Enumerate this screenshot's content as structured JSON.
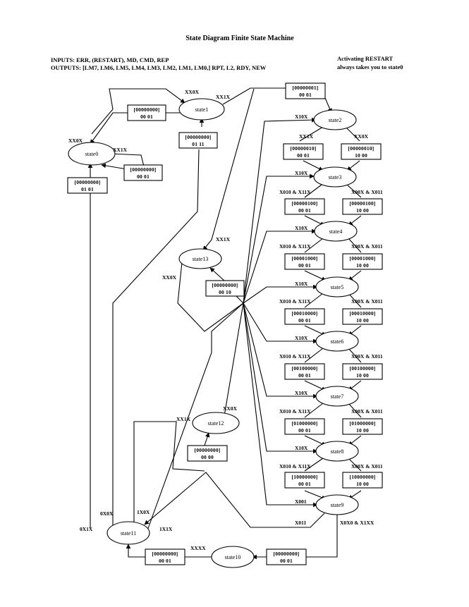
{
  "title": "State Diagram Finite State Machine",
  "inputs_line": "INPUTS: ERR, (RESTART), MD, CMD, REP",
  "outputs_line": "OUTPUTS: [LM7, LM6, LM5, LM4, LM3, LM2, LM1, LM0,] RPT, L2, RDY, NEW",
  "note_line1": "Activating RESTART",
  "note_line2": "always takes you to state0",
  "states": {
    "state0": "state0",
    "state1": "state1",
    "state2": "state2",
    "state3": "state3",
    "state4": "state4",
    "state5": "state5",
    "state6": "state6",
    "state7": "state7",
    "state8": "state8",
    "state9": "state9",
    "state10": "state10",
    "state11": "state11",
    "state12": "state12",
    "state13": "state13"
  },
  "boxes": {
    "b_s0_self": {
      "top": "[00000000]",
      "bottom": "00  01"
    },
    "b_s0_enter": {
      "top": "[00000000]",
      "bottom": "01  01"
    },
    "b_s1_self": {
      "top": "[00000000]",
      "bottom": "00  01"
    },
    "b_s1_enter": {
      "top": "[00000000]",
      "bottom": "01  11"
    },
    "b_s2_enter": {
      "top": "[00000001]",
      "bottom": "00  01"
    },
    "b_s3_a": {
      "top": "[00000010]",
      "bottom": "00  01"
    },
    "b_s3_b": {
      "top": "[00000010]",
      "bottom": "10  00"
    },
    "b_s4_a": {
      "top": "[00000100]",
      "bottom": "00  01"
    },
    "b_s4_b": {
      "top": "[00000100]",
      "bottom": "10  00"
    },
    "b_s5_a": {
      "top": "[00001000]",
      "bottom": "00  01"
    },
    "b_s5_b": {
      "top": "[00001000]",
      "bottom": "10  00"
    },
    "b_s6_a": {
      "top": "[00010000]",
      "bottom": "00  01"
    },
    "b_s6_b": {
      "top": "[00010000]",
      "bottom": "10  00"
    },
    "b_s7_a": {
      "top": "[00100000]",
      "bottom": "00  01"
    },
    "b_s7_b": {
      "top": "[00100000]",
      "bottom": "10  00"
    },
    "b_s8_a": {
      "top": "[01000000]",
      "bottom": "00  01"
    },
    "b_s8_b": {
      "top": "[01000000]",
      "bottom": "10  00"
    },
    "b_s9_a": {
      "top": "[10000000]",
      "bottom": "00  01"
    },
    "b_s9_b": {
      "top": "[10000000]",
      "bottom": "10  00"
    },
    "b_s13": {
      "top": "[00000000]",
      "bottom": "00  10"
    },
    "b_s12": {
      "top": "[00000000]",
      "bottom": "00  00"
    },
    "b_s11": {
      "top": "[00000000]",
      "bottom": "00  01"
    },
    "b_s10": {
      "top": "[00000000]",
      "bottom": "00  01"
    }
  },
  "labels": {
    "l_s0_s1": "XX0X",
    "l_s0_self": "XX1X",
    "l_s1_top": "XX0X",
    "l_s1_s2": "XX1X",
    "l_s2_in": "X10X",
    "l_s2_a": "XX1X",
    "l_s2_b": "XX0X",
    "l_s3_in": "X10X",
    "l_s3_a": "X010 & X11X",
    "l_s3_b": "X00X & X011",
    "l_s4_in": "X10X",
    "l_s4_a": "X010 & X11X",
    "l_s4_b": "X00X & X011",
    "l_s5_in": "X10X",
    "l_s5_a": "X010 & X11X",
    "l_s5_b": "X00X & X011",
    "l_s6_in": "X10X",
    "l_s6_a": "X010 & X11X",
    "l_s6_b": "X00X & X011",
    "l_s7_in": "X10X",
    "l_s7_a": "X010 & X11X",
    "l_s7_b": "X00X & X011",
    "l_s8_in": "X10X",
    "l_s8_a": "X010 & X11X",
    "l_s8_b": "X00X & X011",
    "l_s9_x001": "X001",
    "l_s9_x011": "X011",
    "l_s9_s10": "X0X0 & X1XX",
    "l_s13_in": "XX1X",
    "l_s13_out": "XX0X",
    "l_s12_a": "XX1X",
    "l_s12_b": "XX0X",
    "l_s11_a": "0X0X",
    "l_s11_b": "1X0X",
    "l_s11_c": "0X1X",
    "l_s11_d": "1X1X",
    "l_s10": "XXXX"
  }
}
